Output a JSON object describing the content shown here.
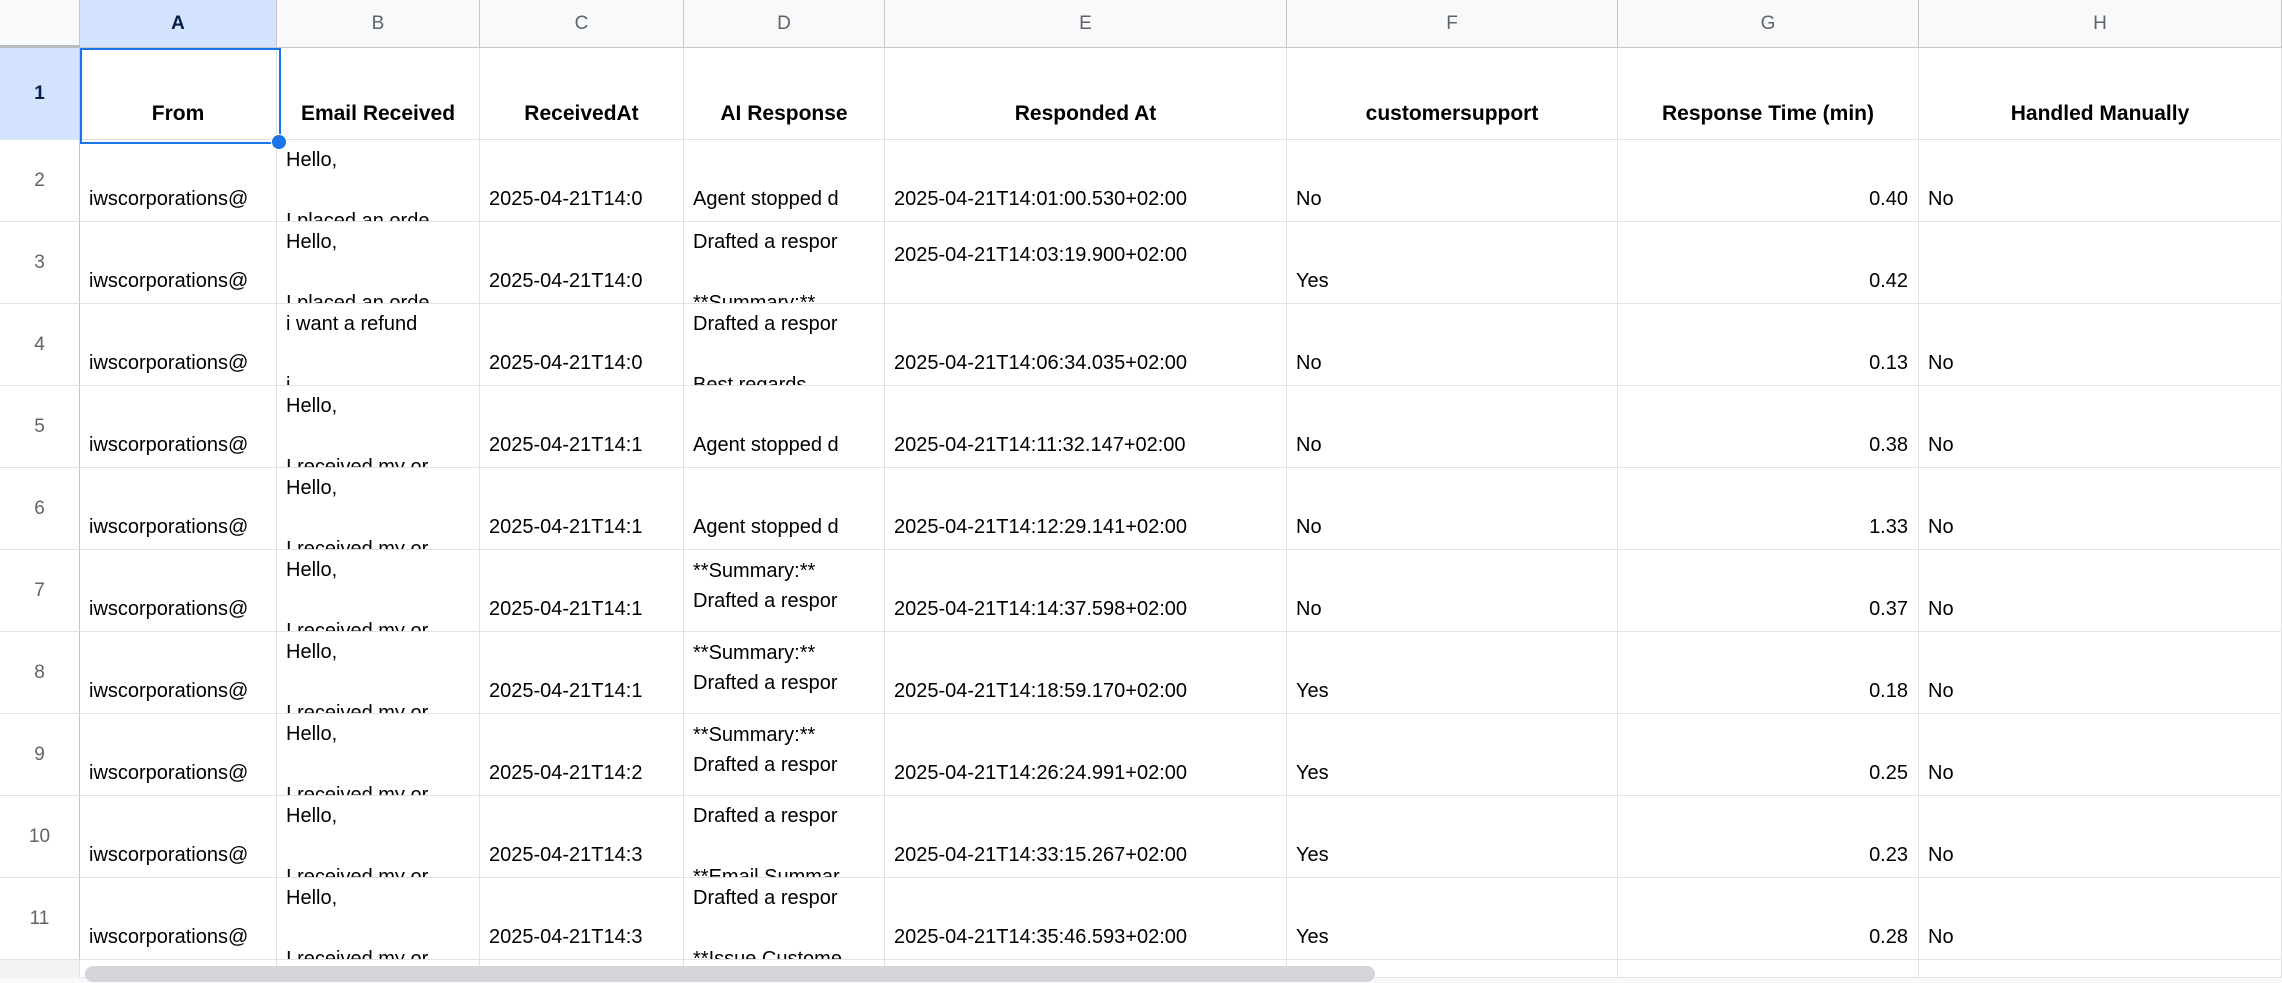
{
  "colors": {
    "selection_border": "#1a73e8",
    "selected_header_bg": "#d3e3fd",
    "selected_header_text": "#041e49",
    "header_bg": "#f8f9fa",
    "gridline": "#e2e2e2",
    "scrollbar_thumb": "#d3d5d9"
  },
  "sheet": {
    "selected_cell": "A1",
    "column_letters": [
      "A",
      "B",
      "C",
      "D",
      "E",
      "F",
      "G",
      "H"
    ],
    "headers": [
      "From",
      "Email Received",
      "ReceivedAt",
      "AI Response",
      "Responded At",
      "customersupport",
      "Response Time (min)",
      "Handled Manually"
    ],
    "rows": [
      {
        "num": "2",
        "a": "iwscorporations@",
        "b": "Hello,",
        "b_frag": "I placed an orde",
        "c": "2025-04-21T14:0",
        "d": "Agent stopped d",
        "e": "2025-04-21T14:01:00.530+02:00",
        "f": "No",
        "g": "0.40",
        "h": "No"
      },
      {
        "num": "3",
        "a": "iwscorporations@",
        "b": "Hello,",
        "b_frag": "I placed an orde",
        "c": "2025-04-21T14:0",
        "d": "Drafted a respor",
        "d_frag": "**Summary:**",
        "e": "2025-04-21T14:03:19.900+02:00",
        "f": "Yes",
        "g": "0.42",
        "h": ""
      },
      {
        "num": "4",
        "a": "iwscorporations@",
        "b": "i want a refund",
        "b_frag": "i..",
        "c": "2025-04-21T14:0",
        "d": "Drafted a respor",
        "d_frag": "Best regards",
        "e": "2025-04-21T14:06:34.035+02:00",
        "f": "No",
        "g": "0.13",
        "h": "No"
      },
      {
        "num": "5",
        "a": "iwscorporations@",
        "b": "Hello,",
        "b_frag": "I received my or",
        "c": "2025-04-21T14:1",
        "d": "Agent stopped d",
        "e": "2025-04-21T14:11:32.147+02:00",
        "f": "No",
        "g": "0.38",
        "h": "No"
      },
      {
        "num": "6",
        "a": "iwscorporations@",
        "b": "Hello,",
        "b_frag": "I received my or",
        "c": "2025-04-21T14:1",
        "d": "Agent stopped d",
        "e": "2025-04-21T14:12:29.141+02:00",
        "f": "No",
        "g": "1.33",
        "h": "No"
      },
      {
        "num": "7",
        "a": "iwscorporations@",
        "b": "Hello,",
        "b_frag": "I received my or",
        "c": "2025-04-21T14:1",
        "d": "**Summary:**\nDrafted a respor",
        "e": "2025-04-21T14:14:37.598+02:00",
        "f": "No",
        "g": "0.37",
        "h": "No"
      },
      {
        "num": "8",
        "a": "iwscorporations@",
        "b": "Hello,",
        "b_frag": "I received my or",
        "c": "2025-04-21T14:1",
        "d": "**Summary:**\nDrafted a respor",
        "e": "2025-04-21T14:18:59.170+02:00",
        "f": "Yes",
        "g": "0.18",
        "h": "No"
      },
      {
        "num": "9",
        "a": "iwscorporations@",
        "b": "Hello,",
        "b_frag": "I received my or",
        "c": "2025-04-21T14:2",
        "d": "**Summary:**\nDrafted a respor",
        "e": "2025-04-21T14:26:24.991+02:00",
        "f": "Yes",
        "g": "0.25",
        "h": "No"
      },
      {
        "num": "10",
        "a": "iwscorporations@",
        "b": "Hello,",
        "b_frag": "I received my or",
        "c": "2025-04-21T14:3",
        "d": "Drafted a respor",
        "d_frag": "**Email Summar",
        "e": "2025-04-21T14:33:15.267+02:00",
        "f": "Yes",
        "g": "0.23",
        "h": "No"
      },
      {
        "num": "11",
        "a": "iwscorporations@",
        "b": "Hello,",
        "b_frag": "I received my or",
        "c": "2025-04-21T14:3",
        "d": "Drafted a respor",
        "d_frag": "**Issue Custome",
        "e": "2025-04-21T14:35:46.593+02:00",
        "f": "Yes",
        "g": "0.28",
        "h": "No"
      }
    ]
  }
}
